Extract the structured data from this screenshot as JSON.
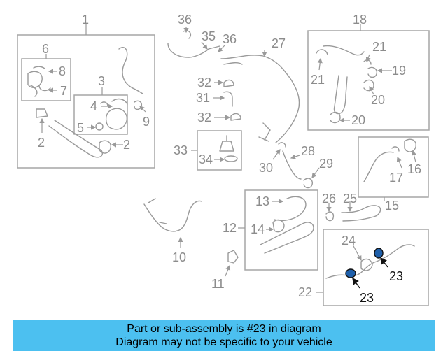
{
  "callouts": [
    "1",
    "2",
    "2",
    "3",
    "4",
    "5",
    "6",
    "7",
    "8",
    "9",
    "10",
    "11",
    "12",
    "13",
    "14",
    "15",
    "16",
    "17",
    "18",
    "19",
    "20",
    "20",
    "21",
    "21",
    "22",
    "23",
    "23",
    "24",
    "25",
    "26",
    "27",
    "28",
    "29",
    "30",
    "31",
    "32",
    "32",
    "33",
    "34",
    "35",
    "36",
    "36"
  ],
  "highlight_part": "23",
  "banner": {
    "line1": "Part or sub-assembly is #23 in diagram",
    "line2": "Diagram may not be specific to your vehicle"
  },
  "colors": {
    "banner_bg": "#4cc0f0",
    "highlight": "#1e5faa",
    "line": "#9a9a9a"
  }
}
